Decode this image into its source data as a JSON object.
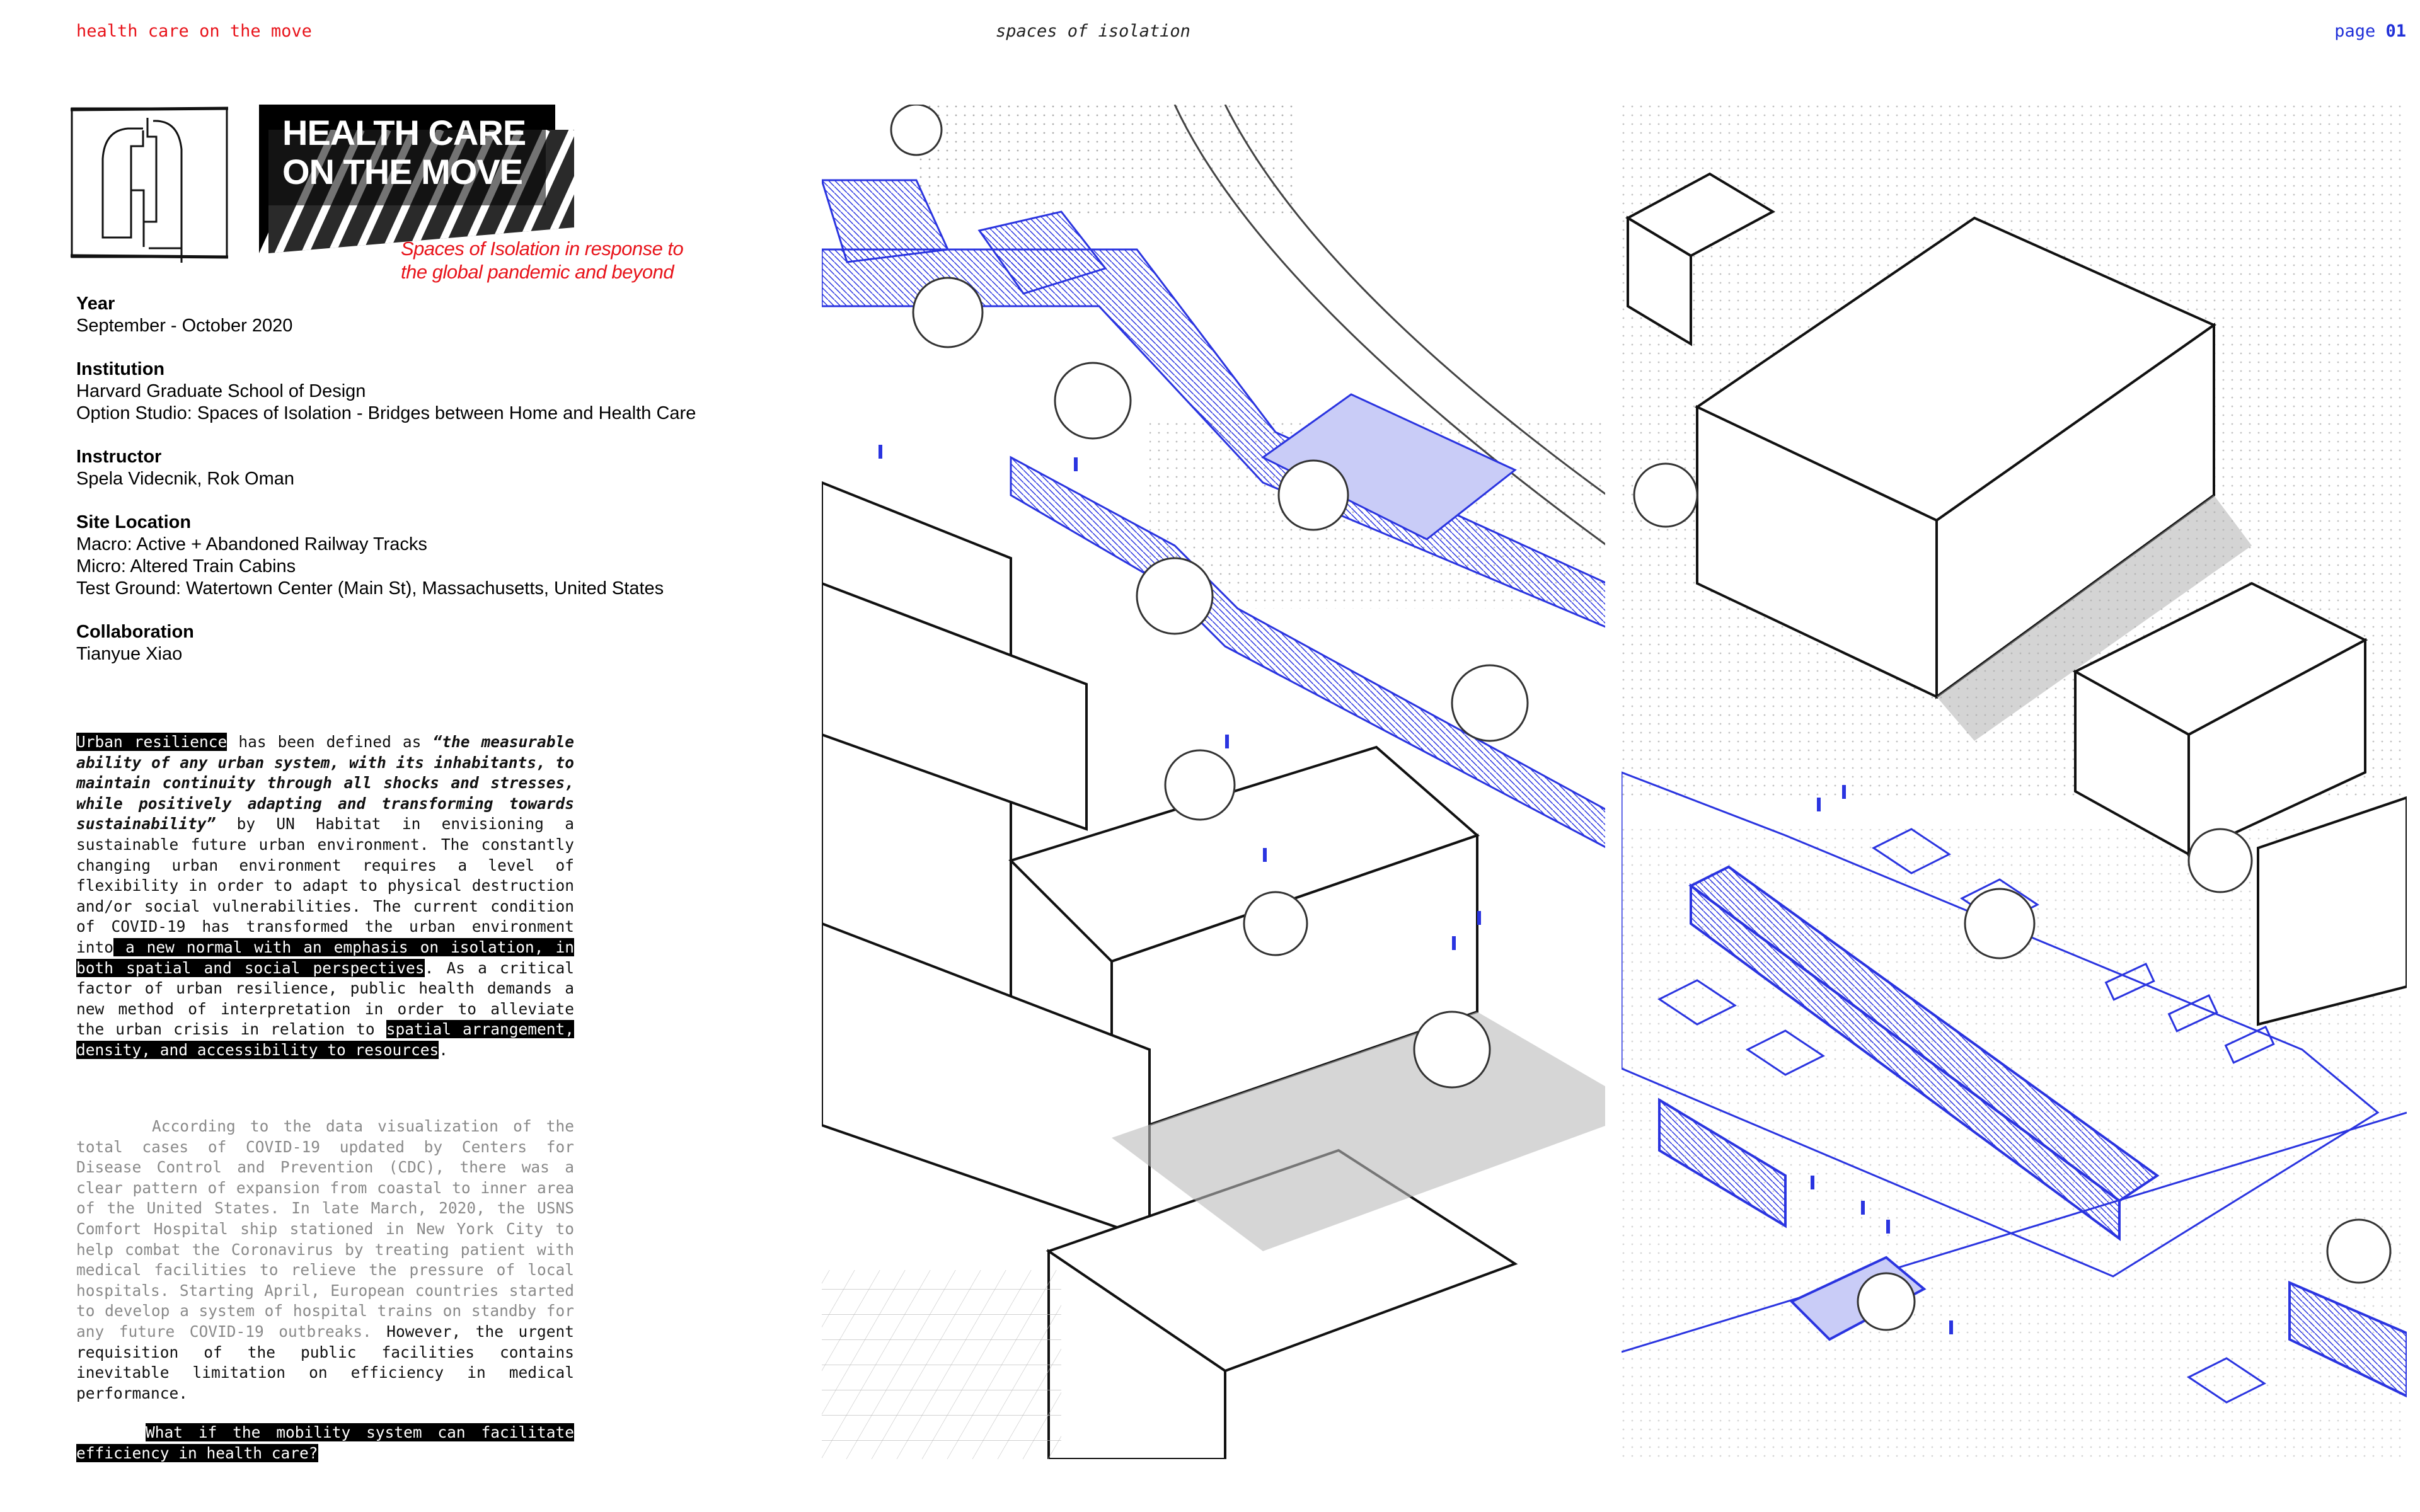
{
  "header": {
    "left": "health care on the move",
    "center": "spaces of isolation",
    "page_label": "page",
    "page_number": "01"
  },
  "title": {
    "line1": "HEALTH CARE",
    "line2": "ON THE MOVE",
    "subtitle_line1": "Spaces of Isolation in response to",
    "subtitle_line2": "the global pandemic and beyond"
  },
  "meta": {
    "year_label": "Year",
    "year": "September - October 2020",
    "institution_label": "Institution",
    "institution_1": "Harvard Graduate School of Design",
    "institution_2": "Option Studio: Spaces of Isolation - Bridges between Home and Health Care",
    "instructor_label": "Instructor",
    "instructor": "Spela Videcnik, Rok Oman",
    "site_label": "Site Location",
    "site_1": "Macro: Active + Abandoned Railway Tracks",
    "site_2": "Micro: Altered Train Cabins",
    "site_3": "Test Ground: Watertown Center (Main St), Massachusetts, United States",
    "collab_label": "Collaboration",
    "collab": "Tianyue Xiao"
  },
  "body": {
    "p1_hl1": "Urban resilience",
    "p1_a": " has been defined as ",
    "p1_quote": "“the measurable ability of any urban system, with its inhabitants, to maintain continuity through all shocks and stresses, while positively adapting and transforming towards sustainability”",
    "p1_b": " by UN Habitat in envisioning a sustainable future urban environment. The constantly changing urban environment requires a level of flexibility in order to adapt to physical destruction and/or social vulnerabilities. The current condition of COVID-19 has transformed the urban environment into",
    "p1_hl2": " a new normal with an emphasis on isolation, in both spatial and social perspectives",
    "p1_c": ". As a critical factor of urban resilience, public health demands a new method of interpretation in order to alleviate the urban crisis in relation to ",
    "p1_hl3": "spatial arrangement, density, and accessibility to resources",
    "p1_d": ".",
    "p2_grey": "According to the data visualization of the total cases of COVID-19 updated by Centers for Disease Control and Prevention (CDC), there was a clear pattern of expansion from coastal to inner area of the United States. In late March, 2020, the USNS Comfort Hospital ship stationed in New York City to help combat the Coronavirus by treating patient with medical facilities to relieve the pressure of local hospitals. Starting April, European countries started to develop a system of hospital trains on standby for any future COVID-19 outbreaks.",
    "p2_dark": " However, the urgent requisition of the public facilities contains inevitable limitation on efficiency in medical performance.",
    "question": " What if the mobility system can facilitate efficiency in health care?"
  },
  "colors": {
    "accent_red": "#e8141b",
    "accent_blue": "#2030d8"
  }
}
